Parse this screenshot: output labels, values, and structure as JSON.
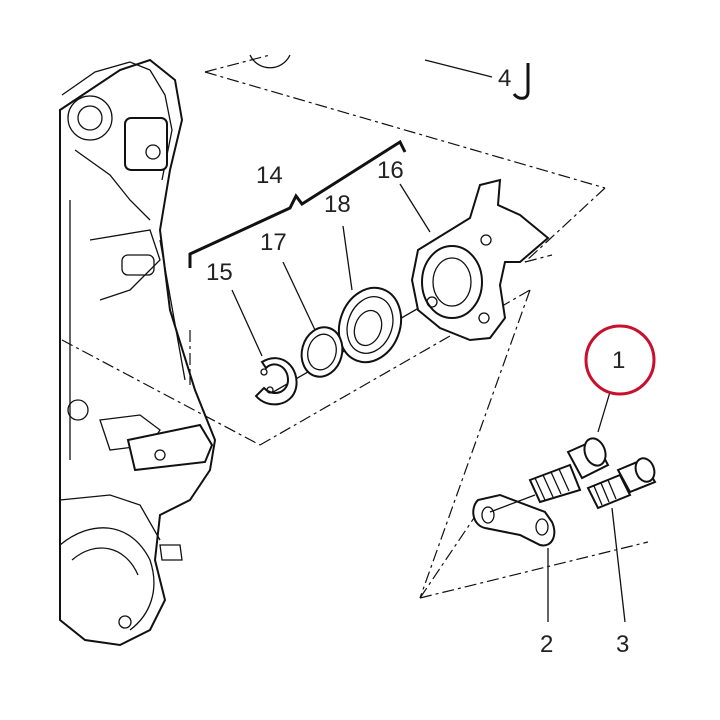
{
  "callouts": {
    "c1": "1",
    "c2": "2",
    "c3": "3",
    "c4": "4",
    "c14": "14",
    "c15": "15",
    "c16": "16",
    "c17": "17",
    "c18": "18"
  },
  "highlight_color": "#c8102e"
}
